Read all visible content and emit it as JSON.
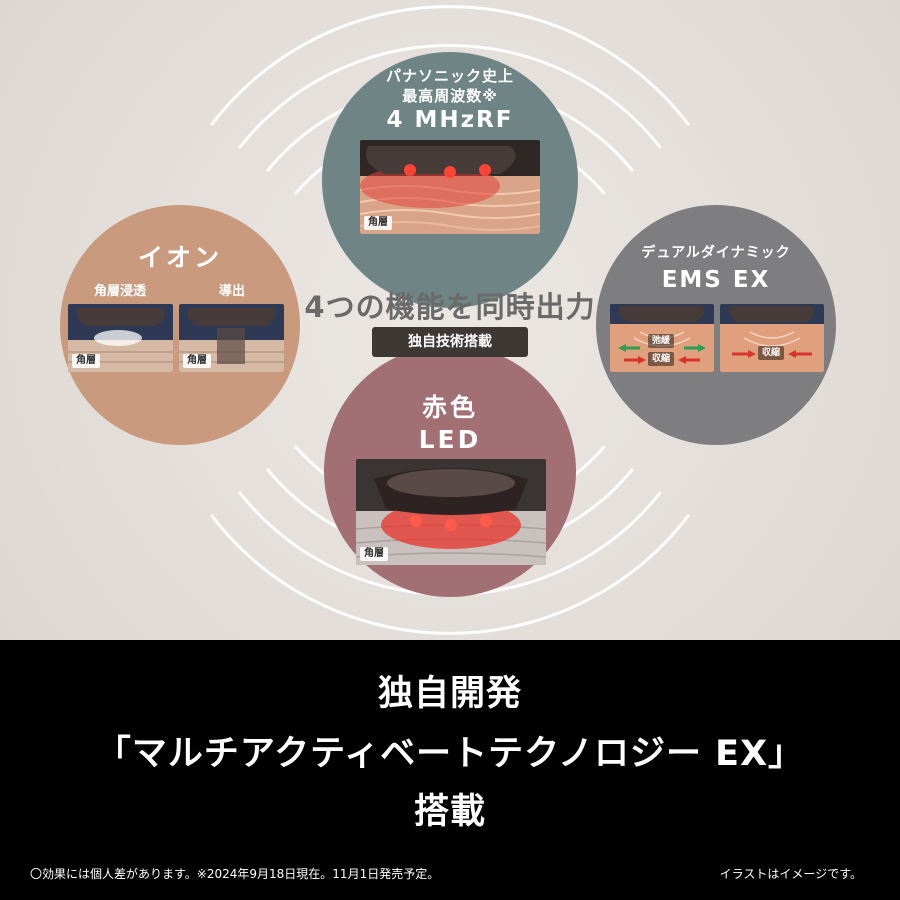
{
  "rf": {
    "line1": "パナソニック史上",
    "line2": "最高周波数※",
    "title": "4 MHzRF",
    "tag": "角層"
  },
  "ion": {
    "title": "イオン",
    "label_left": "角層浸透",
    "label_right": "導出",
    "tag_left": "角層",
    "tag_right": "角層"
  },
  "ems": {
    "line1": "デュアルダイナミック",
    "title": "EMS EX",
    "arrow_left_top": "弛緩",
    "arrow_left_bottom": "収縮",
    "arrow_right": "収縮"
  },
  "led": {
    "line1": "赤色",
    "title": "LED",
    "tag": "角層"
  },
  "center": {
    "title": "4つの機能を同時出力",
    "badge": "独自技術搭載"
  },
  "headline": {
    "line1": "独自開発",
    "line2": "「マルチアクティベートテクノロジー EX」",
    "line3": "搭載"
  },
  "footnote": {
    "left": "〇効果には個人差があります。※2024年9月18日現在。11月1日発売予定。",
    "right": "イラストはイメージです。"
  },
  "colors": {
    "rf_circle": "#6f8485",
    "ion_circle": "#c99a7e",
    "ems_circle": "#7e7e80",
    "led_circle": "#a16f74",
    "badge_bg": "#3e3835",
    "bottom_bg": "#000000"
  }
}
